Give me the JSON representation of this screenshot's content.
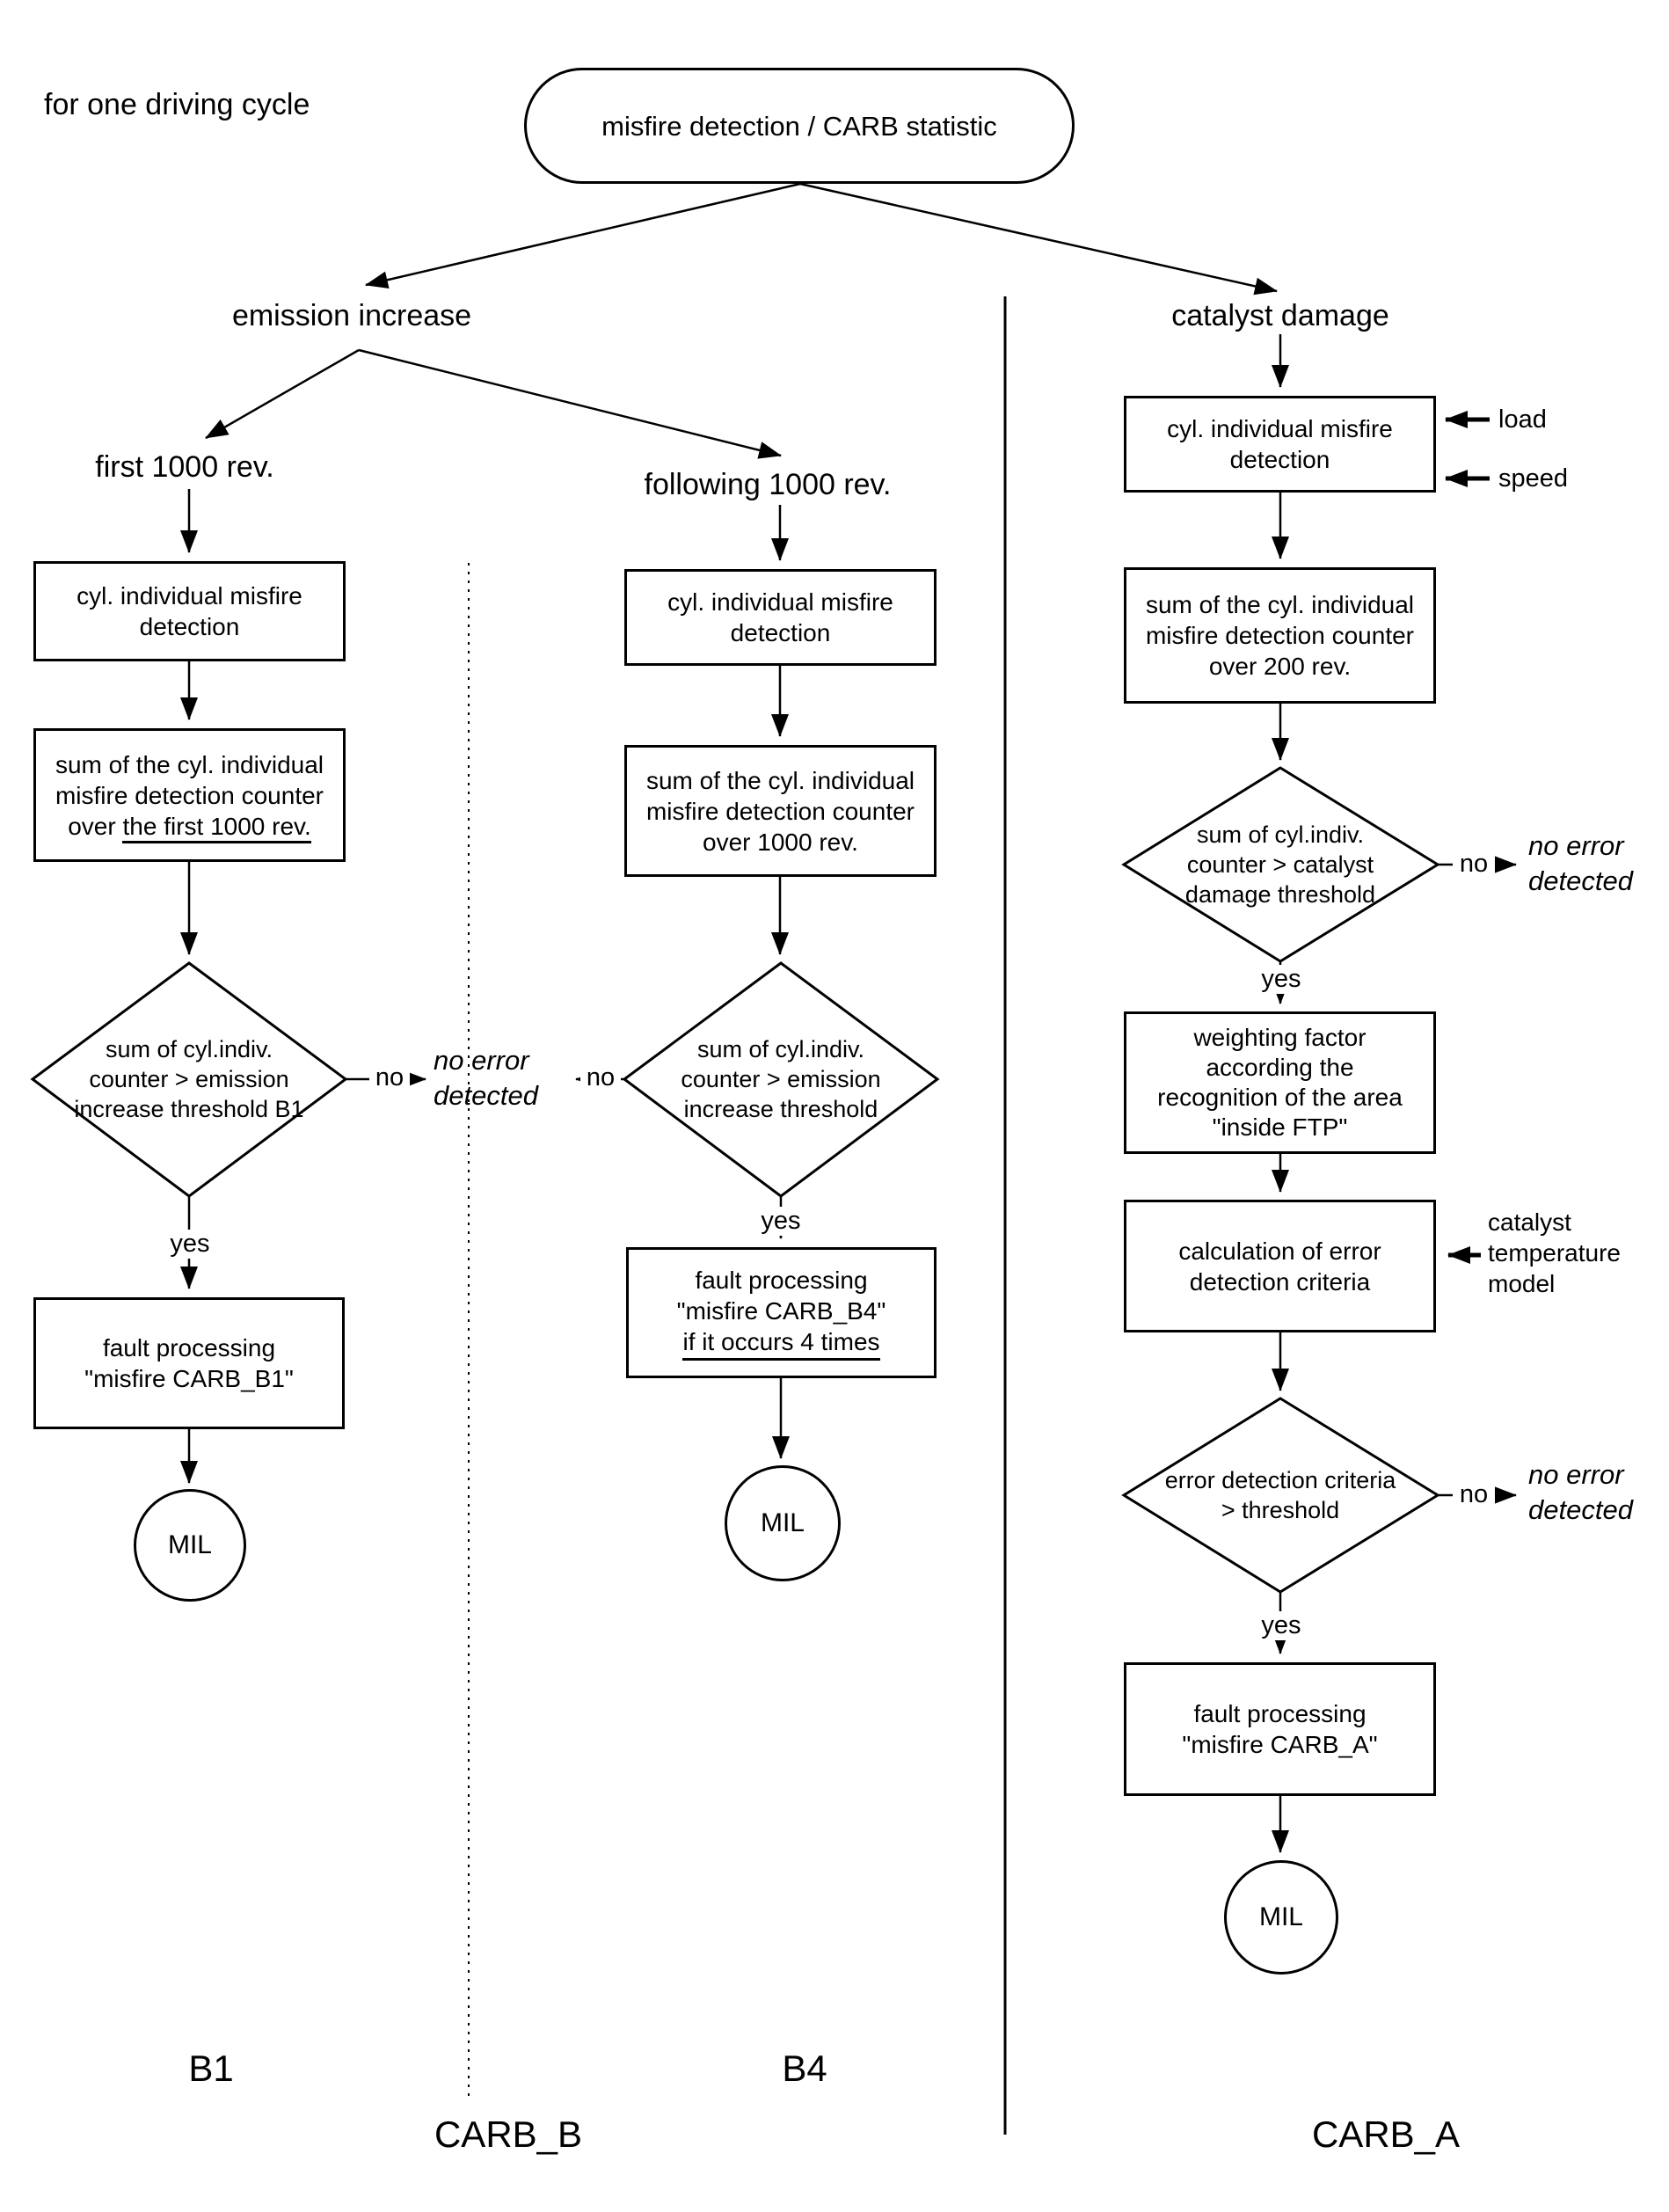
{
  "header": {
    "cycle_label": "for one driving cycle",
    "start_node": "misfire detection / CARB statistic",
    "branch_left": "emission increase",
    "branch_right": "catalyst damage",
    "sub_branch_left": "first 1000 rev.",
    "sub_branch_middle": "following 1000 rev."
  },
  "common": {
    "yes": "yes",
    "no": "no",
    "no_error_lines": [
      "no error",
      "detected"
    ],
    "mil": "MIL"
  },
  "b1": {
    "detect_lines": [
      "cyl. individual misfire",
      "detection"
    ],
    "sum_lines": [
      "sum of the cyl. individual",
      "misfire detection counter"
    ],
    "sum_over": "over ",
    "sum_underlined": "the first 1000 rev.",
    "decision_lines": [
      "sum of cyl.indiv.",
      "counter > emission",
      "increase threshold B1"
    ],
    "fault_lines": [
      "fault processing",
      "\"misfire CARB_B1\""
    ],
    "footer": "B1"
  },
  "b4": {
    "detect_lines": [
      "cyl. individual misfire",
      "detection"
    ],
    "sum_lines": [
      "sum of the cyl. individual",
      "misfire detection counter",
      "over  1000 rev."
    ],
    "decision_lines": [
      "sum of cyl.indiv.",
      "counter > emission",
      "increase threshold"
    ],
    "fault_lines": [
      "fault processing",
      "\"misfire CARB_B4\""
    ],
    "fault_underlined": "if it occurs 4 times",
    "footer": "B4",
    "section_footer": "CARB_B"
  },
  "a": {
    "inputs": {
      "load": "load",
      "speed": "speed"
    },
    "detect_lines": [
      "cyl. individual misfire",
      "detection"
    ],
    "sum_lines": [
      "sum of the cyl. individual",
      "misfire detection counter",
      "over 200 rev."
    ],
    "decision1_lines": [
      "sum of cyl.indiv.",
      "counter > catalyst",
      "damage threshold"
    ],
    "weight_lines": [
      "weighting factor",
      "according the",
      "recognition of the area",
      "\"inside FTP\""
    ],
    "calc_lines": [
      "calculation of error",
      "detection criteria"
    ],
    "temp_model_lines": [
      "catalyst",
      "temperature",
      "model"
    ],
    "decision2_lines": [
      "error detection criteria",
      "> threshold"
    ],
    "fault_lines": [
      "fault processing",
      "\"misfire CARB_A\""
    ],
    "section_footer": "CARB_A"
  }
}
